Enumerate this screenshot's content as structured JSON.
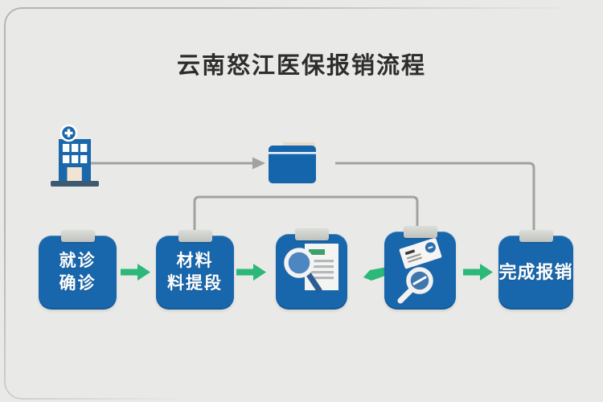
{
  "title": "云南怒江医保报销流程",
  "diagram": {
    "source": {
      "icon": "hospital-icon"
    },
    "collector": {
      "icon": "folder-icon"
    },
    "steps": [
      {
        "id": "step-1",
        "type": "text",
        "line1": "就诊",
        "line2": "确诊"
      },
      {
        "id": "step-2",
        "type": "text",
        "line1": "材料",
        "line2": "料提段"
      },
      {
        "id": "step-3",
        "type": "icon",
        "icon": "magnifier-document-icon"
      },
      {
        "id": "step-4",
        "type": "icon",
        "icon": "magnifier-card-icon"
      },
      {
        "id": "step-5",
        "type": "text",
        "line1": "完成报销"
      }
    ]
  },
  "colors": {
    "background": "#e9e9e7",
    "primary_blue": "#1866ab",
    "arrow_green": "#2bb878",
    "connector_gray": "#a2a2a0",
    "clip_gray": "#c9cbc8",
    "door_beige": "#f1e4d2",
    "folder_tab_beige": "#e8dbc6",
    "title_text": "#2d2d2d",
    "box_text": "#ffffff"
  }
}
